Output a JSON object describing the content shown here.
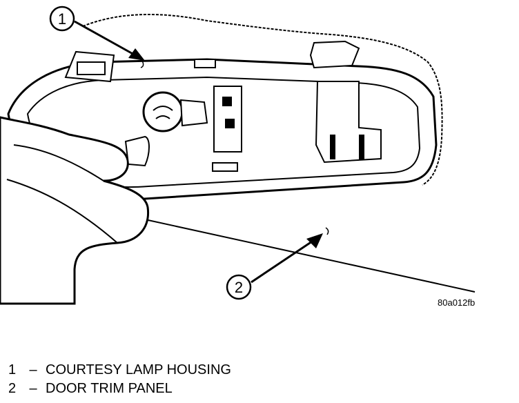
{
  "callouts": [
    {
      "number": "1"
    },
    {
      "number": "2"
    }
  ],
  "figure_id": "80a012fb",
  "legend": [
    {
      "number": "1",
      "separator": "–",
      "label": "COURTESY LAMP HOUSING"
    },
    {
      "number": "2",
      "separator": "–",
      "label": "DOOR TRIM PANEL"
    }
  ]
}
